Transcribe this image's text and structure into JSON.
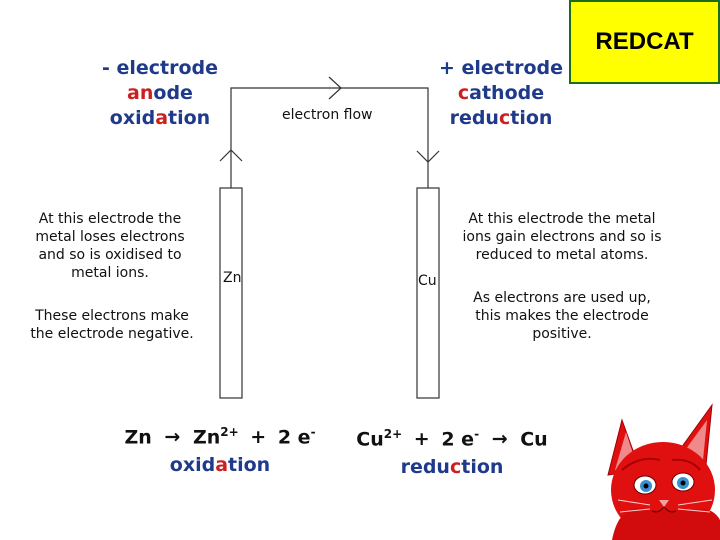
{
  "brand": "REDCAT",
  "left": {
    "sign": "-",
    "title": "electrode",
    "word2": {
      "pre": "",
      "hl": "an",
      "post": "ode"
    },
    "word3": {
      "pre": "oxid",
      "hl": "a",
      "post": "tion"
    },
    "para1": "At this electrode the metal loses electrons and so is oxidised to metal ions.",
    "para2": "These electrons make the electrode negative.",
    "electrode_label": "Zn"
  },
  "right": {
    "sign": "+",
    "title": "electrode",
    "word2": {
      "pre": "",
      "hl": "c",
      "post": "athode"
    },
    "word3": {
      "pre": "redu",
      "hl": "c",
      "post": "tion"
    },
    "para1": "At this electrode the metal ions gain electrons and so is reduced to metal atoms.",
    "para2": "As electrons are used up, this makes the electrode positive.",
    "electrode_label": "Cu"
  },
  "wire_label": "electron flow",
  "equations": {
    "left": {
      "reactant": "Zn",
      "arrow": "→",
      "product_base": "Zn",
      "product_charge": "2+",
      "plus": "+",
      "electrons": "2 e",
      "electron_sup": "-",
      "sub": {
        "pre": "oxid",
        "hl": "a",
        "post": "tion"
      }
    },
    "right": {
      "reactant_base": "Cu",
      "reactant_charge": "2+",
      "plus": "+",
      "electrons": "2 e",
      "electron_sup": "-",
      "arrow": "→",
      "product": "Cu",
      "sub": {
        "pre": "redu",
        "hl": "c",
        "post": "tion"
      }
    }
  },
  "colors": {
    "heading": "#1f3a8a",
    "highlight": "#cc1f1f",
    "brand_bg": "#ffff00",
    "brand_border": "#1a6b1a",
    "cat": "#e01010"
  }
}
